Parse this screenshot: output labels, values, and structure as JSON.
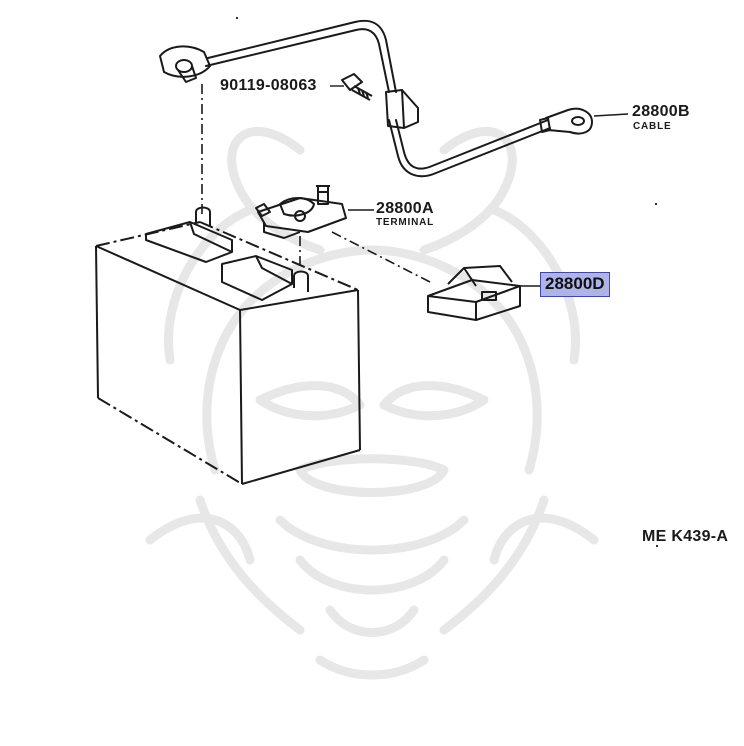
{
  "parts": {
    "bolt": {
      "number": "90119-08063"
    },
    "cable": {
      "number": "28800B",
      "name": "CABLE"
    },
    "terminal": {
      "number": "28800A",
      "name": "TERMINAL"
    },
    "cover": {
      "number": "28800D",
      "highlighted": true,
      "highlight_color": "#aeb4e8"
    }
  },
  "diagram_code": "ME K439-A",
  "watermark": {
    "icon": "samurai-mask-watermark-icon"
  },
  "colors": {
    "line": "#1a1a1a",
    "watermark": "#e6e6e6"
  }
}
